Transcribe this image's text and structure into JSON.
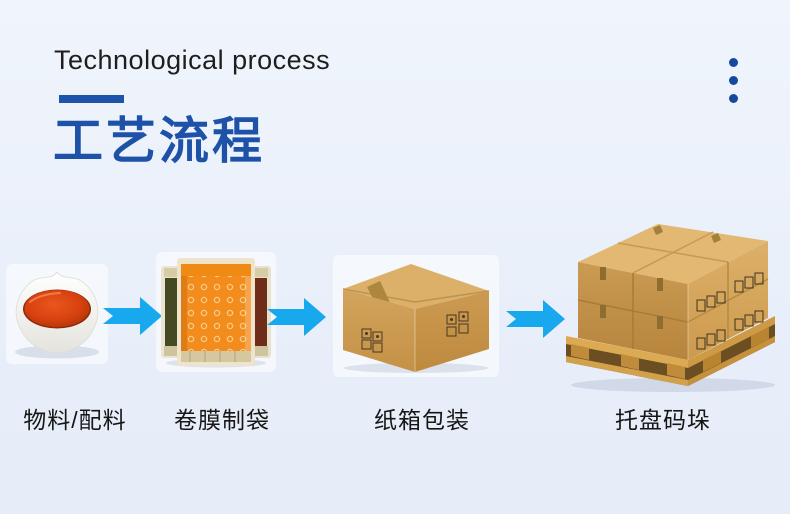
{
  "header": {
    "title_en": "Technological process",
    "title_zh": "工艺流程",
    "accent_color": "#1e52a8",
    "underline_color": "#1d55ab",
    "menu_dots_color": "#17489f"
  },
  "page": {
    "background_top": "#f0f5fc",
    "background_bottom": "#e6ecf8"
  },
  "process": {
    "arrow_color": "#18a8ee",
    "arrow_icon": "right-arrow",
    "steps": [
      {
        "label": "物料/配料",
        "image": "sauce-bowl"
      },
      {
        "label": "卷膜制袋",
        "image": "film-pouches"
      },
      {
        "label": "纸箱包装",
        "image": "carton-box"
      },
      {
        "label": "托盘码垛",
        "image": "pallet-stack"
      }
    ]
  }
}
